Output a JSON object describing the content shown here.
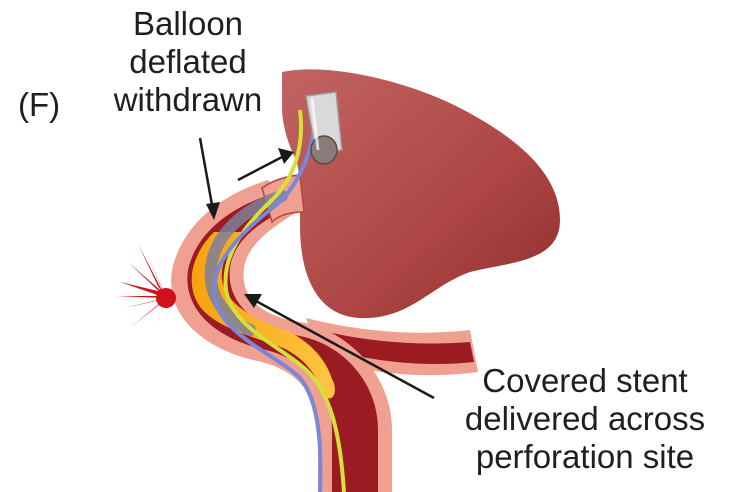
{
  "panel_letter": "(F)",
  "labels": {
    "balloon": [
      "Balloon",
      "deflated",
      "withdrawn"
    ],
    "stent": [
      "Covered stent",
      "delivered across",
      "perforation site"
    ]
  },
  "colors": {
    "vessel_wall": "#f0a090",
    "vessel_lumen": "#9b1b22",
    "aneurysm": "#b8504e",
    "stent": "#f9b21e",
    "wire_yellow": "#d6e03a",
    "wire_blue": "#7a86d8",
    "catheter": "#7d7f9a",
    "hemorrhage": "#d0101a",
    "arrow": "#1a1a1a"
  }
}
